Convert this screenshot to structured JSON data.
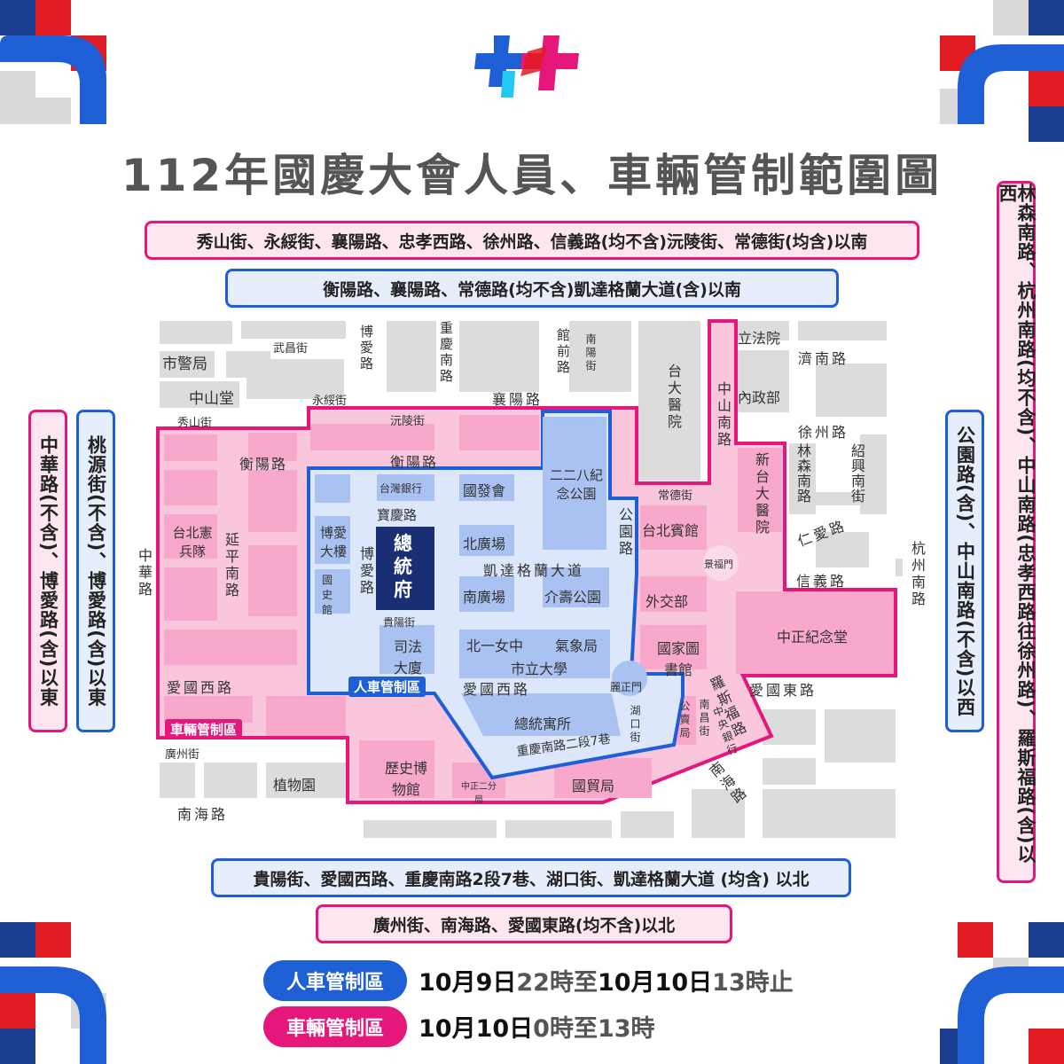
{
  "title": "112年國慶大會人員、車輛管制範圍圖",
  "colors": {
    "pink": "#e6177a",
    "blue": "#1f5fd6",
    "pink_fill": "#f7a8cb",
    "blue_fill": "#a9c2f2",
    "president": "#1a2e74"
  },
  "boundaries": {
    "north_vehicle": "秀山街、永綏街、襄陽路、忠孝西路、徐州路、信義路(均不含)沅陵街、常德街(均含)以南",
    "north_person": "衡陽路、襄陽路、常德路(均不含)凱達格蘭大道(含)以南",
    "west_vehicle": "中華路(不含)、博愛路(含)以東",
    "west_person": "桃源街(不含)、博愛路(含)以東",
    "east_person": "公園路(含)、中山南路(不含)以西",
    "east_vehicle": "林森南路、杭州南路(均不含)、中山南路(忠孝西路往徐州路)、羅斯福路(含)以西",
    "south_person": "貴陽街、愛國西路、重慶南路2段7巷、湖口街、凱達格蘭大道 (均含) 以北",
    "south_vehicle": "廣州街、南海路、愛國東路(均不含)以北"
  },
  "map": {
    "person_zone_label": "人車管制區",
    "vehicle_zone_label": "車輛管制區",
    "president": "總統府",
    "places": {
      "shijingju": "市警局",
      "zhongshantang": "中山堂",
      "lifayuan": "立法院",
      "neizhengbu": "內政部",
      "taida": "台大醫院",
      "xintai": "新台大醫院",
      "taipeibinguan": "台北賓館",
      "waijiaobu": "外交部",
      "guojiatushuguan": "國家圖書館",
      "zhongzheng": "中正紀念堂",
      "park228": "二二八紀念公園",
      "guofahui": "國發會",
      "taiwanbank": "台灣銀行",
      "boai_building": "博愛大樓",
      "guoshiguan": "國史館",
      "beiguangchang": "北廣場",
      "nanguangchang": "南廣場",
      "jieshou": "介壽公園",
      "sifa": "司法大廈",
      "beiyinvzhong": "北一女中",
      "qixiangju": "氣象局",
      "shilidaxue": "市立大學",
      "liduo": "總統寓所",
      "xianbingdui": "台北憲兵隊",
      "jingfumen": "景福門",
      "lizhengmen": "麗正門",
      "gongmaoju": "國貿局",
      "lishi": "歷史博物館",
      "zhiwuyuan": "植物園",
      "zhongzheng_post": "中正二分局",
      "gongmaojuhall": "公賣局",
      "centralbank": "中央銀行"
    },
    "streets": {
      "wuchang": "武昌街",
      "boai_n": "博愛路",
      "chongqing_n": "重慶南路",
      "guanqian": "館前路",
      "nanyang": "南陽街",
      "xiangyang": "襄陽路",
      "jinan": "濟南路",
      "zhongshan_s": "中山南路",
      "xiushan": "秀山街",
      "yongsui": "永綏街",
      "yuanling": "沅陵街",
      "xuzhou": "徐州路",
      "hengyang1": "衡陽路",
      "hengyang2": "衡陽路",
      "linsen": "林森南路",
      "shaoxing": "紹興南街",
      "changde": "常德街",
      "baoqing": "寶慶路",
      "ketagalan": "凱達格蘭大道",
      "renai": "仁愛路",
      "xinyi": "信義路",
      "hangzhou": "杭州南路",
      "zhonghua": "中華路",
      "yanping": "延平南路",
      "boai_s": "博愛路",
      "gongyuan": "公園路",
      "guiyang": "貴陽街",
      "aiguo_w1": "愛國西路",
      "aiguo_w2": "愛國西路",
      "aiguo_e": "愛國東路",
      "roosevelt": "羅斯福路",
      "hukou": "湖口街",
      "nanchang": "南昌街",
      "chongqing_7": "重慶南路二段7巷",
      "guangzhou": "廣州街",
      "nanhai1": "南海路",
      "nanhai2": "南海路"
    }
  },
  "legend": {
    "person_label": "人車管制區",
    "person_time": [
      "10月9日",
      "22時至",
      "10月10日",
      "13時止"
    ],
    "vehicle_label": "車輛管制區",
    "vehicle_time": [
      "10月10日",
      "0時至13時"
    ]
  }
}
